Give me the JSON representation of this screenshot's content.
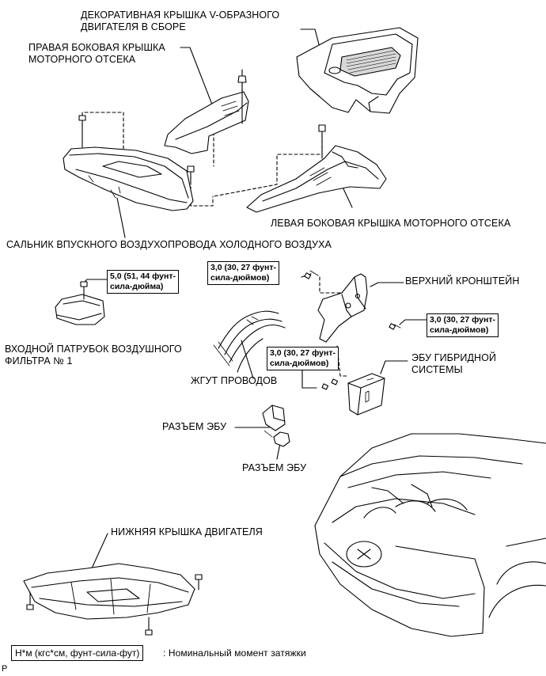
{
  "labels": {
    "engine_cover": [
      "ДЕКОРАТИВНАЯ КРЫШКА V-ОБРАЗНОГО",
      "ДВИГАТЕЛЯ В СБОРЕ"
    ],
    "right_side_cover": [
      "ПРАВАЯ БОКОВАЯ КРЫШКА",
      "МОТОРНОГО ОТСЕКА"
    ],
    "left_side_cover": "ЛЕВАЯ БОКОВАЯ КРЫШКА МОТОРНОГО ОТСЕКА",
    "cool_air_seal": "САЛЬНИК ВПУСКНОГО ВОЗДУХОПРОВОДА ХОЛОДНОГО ВОЗДУХА",
    "air_inlet": [
      "ВХОДНОЙ ПАТРУБОК ВОЗДУШНОГО",
      "ФИЛЬТРА № 1"
    ],
    "upper_bracket": "ВЕРХНИЙ КРОНШТЕЙН",
    "hybrid_ecu": [
      "ЭБУ ГИБРИДНОЙ",
      "СИСТЕМЫ"
    ],
    "wire_harness": "ЖГУТ ПРОВОДОВ",
    "ecu_connector_1": "РАЗЪЕМ ЭБУ",
    "ecu_connector_2": "РАЗЪЕМ ЭБУ",
    "engine_under_cover": "НИЖНЯЯ КРЫШКА ДВИГАТЕЛЯ"
  },
  "torques": {
    "inlet": [
      "5,0 (51, 44 фунт-",
      "сила-дюйма)"
    ],
    "bracket_left": [
      "3,0 (30, 27 фунт-",
      "сила-дюймов)"
    ],
    "bracket_right": [
      "3,0 (30, 27 фунт-",
      "сила-дюймов)"
    ],
    "ecu": [
      "3,0 (30, 27 фунт-",
      "сила-дюймов)"
    ]
  },
  "legend": {
    "unit": "Н*м (кгс*см, фунт-сила-фут)",
    "description": ": Номинальный момент затяжки"
  },
  "corner_mark": "P"
}
